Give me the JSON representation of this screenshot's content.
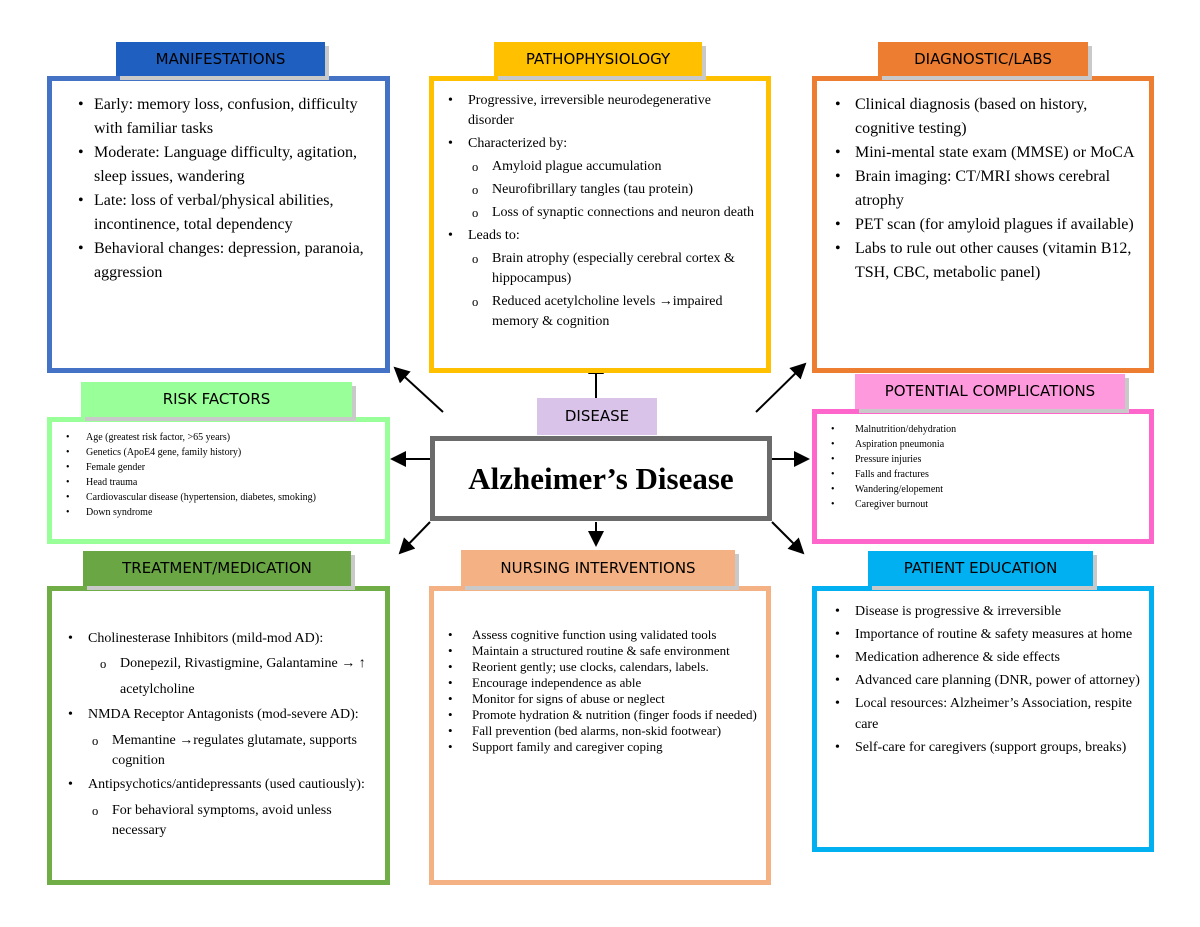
{
  "center": {
    "title": "Alzheimer’s Disease",
    "tag": "DISEASE"
  },
  "colors": {
    "manifestations": "#4472c4",
    "manifestations_hdr": "#1f5fbf",
    "pathophysiology": "#ffc000",
    "diagnostic": "#ed7d31",
    "risk": "#99ff99",
    "complications": "#ff66cc",
    "complications_hdr": "#ff99dd",
    "treatment": "#70ad47",
    "treatment_hdr": "#6aa744",
    "nursing": "#f4b183",
    "education": "#00b0f0",
    "disease_tag": "#d9c3e9",
    "center_border": "#6b6b6b"
  },
  "manifestations": {
    "header": "MANIFESTATIONS",
    "items": [
      "Early: memory loss, confusion, difficulty with familiar tasks",
      "Moderate: Language difficulty, agitation, sleep issues, wandering",
      "Late: loss of verbal/physical abilities, incontinence, total dependency",
      "Behavioral changes: depression, paranoia, aggression"
    ]
  },
  "pathophysiology": {
    "header": "PATHOPHYSIOLOGY",
    "item1": "Progressive, irreversible neurodegenerative disorder",
    "item2": "Characterized by:",
    "sub2": [
      "Amyloid plague accumulation",
      "Neurofibrillary tangles (tau protein)",
      "Loss of synaptic connections and neuron death"
    ],
    "item3": "Leads to:",
    "sub3": [
      "Brain atrophy (especially cerebral cortex & hippocampus)",
      "Reduced acetylcholine levels →impaired memory & cognition"
    ]
  },
  "diagnostic": {
    "header": "DIAGNOSTIC/LABS",
    "items": [
      "Clinical diagnosis (based on history, cognitive testing)",
      "Mini-mental state exam (MMSE) or MoCA",
      "Brain imaging: CT/MRI shows cerebral atrophy",
      "PET scan (for amyloid plagues if available)",
      "Labs to rule out other causes (vitamin B12, TSH, CBC, metabolic panel)"
    ]
  },
  "risk": {
    "header": "RISK FACTORS",
    "items": [
      "Age (greatest risk factor, >65 years)",
      "Genetics (ApoE4 gene, family history)",
      "Female gender",
      "Head trauma",
      "Cardiovascular disease (hypertension, diabetes, smoking)",
      "Down syndrome"
    ]
  },
  "complications": {
    "header": "POTENTIAL COMPLICATIONS",
    "items": [
      "Malnutrition/dehydration",
      "Aspiration pneumonia",
      "Pressure injuries",
      "Falls and fractures",
      "Wandering/elopement",
      "Caregiver burnout"
    ]
  },
  "treatment": {
    "header": "TREATMENT/MEDICATION",
    "item1": "Cholinesterase Inhibitors (mild-mod AD):",
    "sub1": "Donepezil, Rivastigmine, Galantamine → ↑ acetylcholine",
    "item2": "NMDA Receptor Antagonists (mod-severe AD):",
    "sub2": "Memantine →regulates glutamate, supports cognition",
    "item3": "Antipsychotics/antidepressants (used cautiously):",
    "sub3": "For behavioral symptoms, avoid unless necessary"
  },
  "nursing": {
    "header": "NURSING INTERVENTIONS",
    "items": [
      "Assess cognitive function using validated tools",
      "Maintain a structured routine & safe environment",
      "Reorient gently; use clocks, calendars, labels.",
      "Encourage independence as able",
      "Monitor for signs of abuse or neglect",
      "Promote hydration & nutrition (finger foods if needed)",
      "Fall prevention (bed alarms, non-skid footwear)",
      "Support family and caregiver coping"
    ]
  },
  "education": {
    "header": "PATIENT EDUCATION",
    "items": [
      "Disease is progressive & irreversible",
      "Importance of routine & safety measures at home",
      "Medication adherence & side effects",
      "Advanced care planning (DNR, power of attorney)",
      "Local resources: Alzheimer’s Association, respite care",
      "Self-care for caregivers (support groups, breaks)"
    ]
  }
}
